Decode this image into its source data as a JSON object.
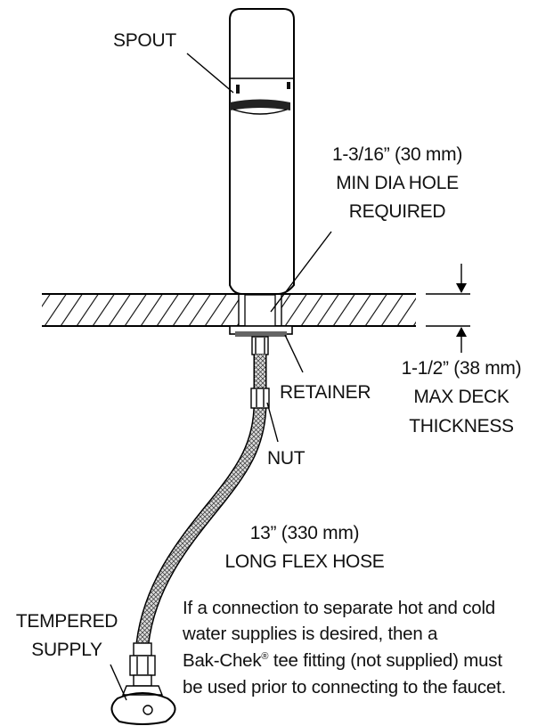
{
  "labels": {
    "spout": "SPOUT",
    "hole_line1": "1-3/16” (30 mm)",
    "hole_line2": "MIN DIA HOLE",
    "hole_line3": "REQUIRED",
    "deck_line1": "1-1/2” (38 mm)",
    "deck_line2": "MAX DECK",
    "deck_line3": "THICKNESS",
    "retainer": "RETAINER",
    "nut": "NUT",
    "hose_line1": "13” (330 mm)",
    "hose_line2": "LONG FLEX HOSE",
    "supply_line1": "TEMPERED",
    "supply_line2": "SUPPLY"
  },
  "note": {
    "line1": "If a connection to separate hot and cold",
    "line2": "water supplies is desired, then a",
    "line3_a": "Bak-Chek",
    "line3_reg": "®",
    "line3_b": " tee fitting (not supplied) must",
    "line4": "be used prior to connecting to the faucet."
  }
}
